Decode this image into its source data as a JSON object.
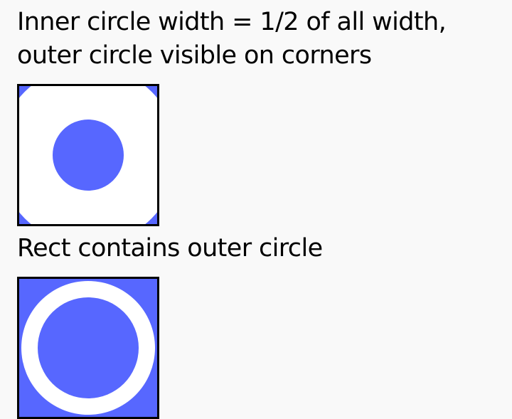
{
  "sections": [
    {
      "heading_line1": "Inner circle width = 1/2 of all width,",
      "heading_line2": "outer circle visible on corners"
    },
    {
      "heading": "Rect contains outer circle"
    }
  ],
  "colors": {
    "background": "#f9f9f9",
    "fill": "#5767ff",
    "ring": "#ffffff",
    "border": "#000000"
  }
}
